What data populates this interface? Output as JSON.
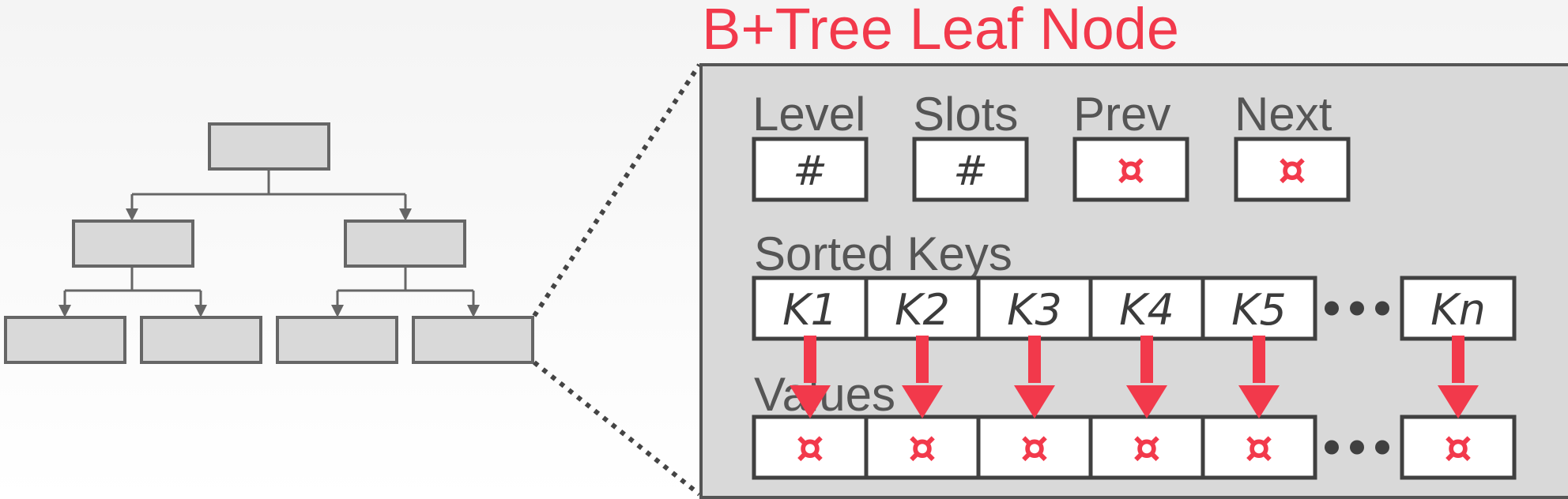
{
  "title": "B+Tree Leaf Node",
  "header": {
    "fields": [
      {
        "label": "Level",
        "value": "#",
        "kind": "number"
      },
      {
        "label": "Slots",
        "value": "#",
        "kind": "number"
      },
      {
        "label": "Prev",
        "value": "¤",
        "kind": "pointer"
      },
      {
        "label": "Next",
        "value": "¤",
        "kind": "pointer"
      }
    ]
  },
  "keys": {
    "label": "Sorted Keys",
    "items": [
      "K1",
      "K2",
      "K3",
      "K4",
      "K5"
    ],
    "last": "Kn"
  },
  "values": {
    "label": "Values",
    "pointer_symbol": "¤"
  },
  "colors": {
    "accent": "#f2394b",
    "node_fill": "#d9d9d9",
    "node_border": "#666666",
    "panel_fill": "#d9d9d9",
    "cell_border": "#404040",
    "label_text": "#555555"
  }
}
